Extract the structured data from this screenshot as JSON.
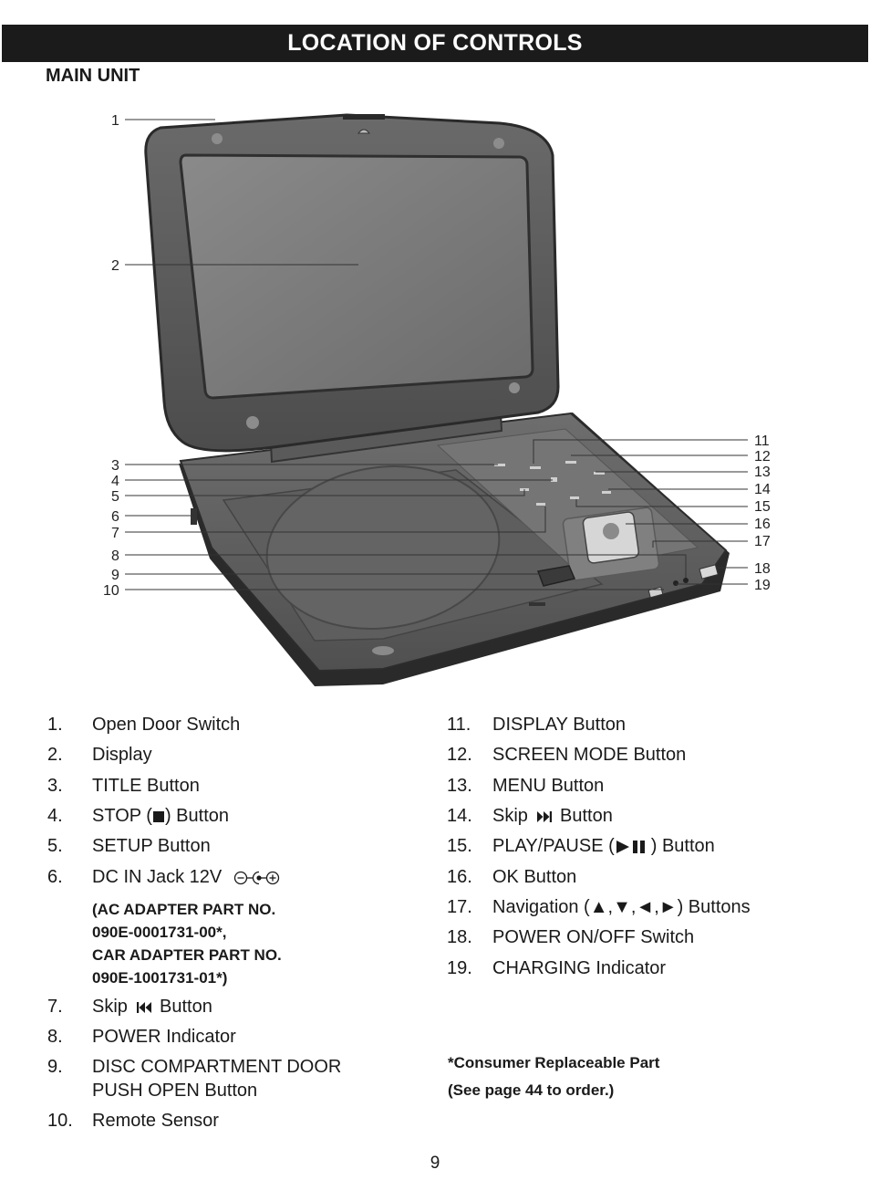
{
  "header": {
    "title": "LOCATION OF CONTROLS"
  },
  "section": {
    "heading": "MAIN UNIT"
  },
  "callouts": {
    "c1": "1",
    "c2": "2",
    "c3": "3",
    "c4": "4",
    "c5": "5",
    "c6": "6",
    "c7": "7",
    "c8": "8",
    "c9": "9",
    "c10": "10",
    "c11": "11",
    "c12": "12",
    "c13": "13",
    "c14": "14",
    "c15": "15",
    "c16": "16",
    "c17": "17",
    "c18": "18",
    "c19": "19"
  },
  "left_list": [
    {
      "num": "1.",
      "text": "Open Door Switch"
    },
    {
      "num": "2.",
      "text": "Display"
    },
    {
      "num": "3.",
      "text": "TITLE Button"
    },
    {
      "num": "4.",
      "text_before": "STOP (",
      "text_after": ") Button"
    },
    {
      "num": "5.",
      "text": "SETUP Button"
    },
    {
      "num": "6.",
      "text": "DC IN Jack 12V"
    },
    {
      "num": "7.",
      "text_before": "Skip",
      "text_after": "Button"
    },
    {
      "num": "8.",
      "text": "POWER Indicator"
    },
    {
      "num": "9.",
      "line1": "DISC COMPARTMENT DOOR",
      "line2": "PUSH OPEN Button"
    },
    {
      "num": "10.",
      "text": "Remote Sensor"
    }
  ],
  "adapter_note": {
    "line1": "(AC ADAPTER PART NO.",
    "line2": "090E-0001731-00*,",
    "line3": "CAR ADAPTER PART NO.",
    "line4": "090E-1001731-01*)"
  },
  "right_list": [
    {
      "num": "11.",
      "text": "DISPLAY Button"
    },
    {
      "num": "12.",
      "text": "SCREEN MODE Button"
    },
    {
      "num": "13.",
      "text": "MENU Button"
    },
    {
      "num": "14.",
      "text_before": "Skip",
      "text_after": "Button"
    },
    {
      "num": "15.",
      "text_before": "PLAY/PAUSE (",
      "text_after": ") Button"
    },
    {
      "num": "16.",
      "text": "OK Button"
    },
    {
      "num": "17.",
      "text_before": "Navigation (",
      "arrows": "▲,▼,◄,►",
      "text_after": ") Buttons"
    },
    {
      "num": "18.",
      "text": "POWER ON/OFF Switch"
    },
    {
      "num": "19.",
      "text": "CHARGING Indicator"
    }
  ],
  "consumer_note": {
    "line1": "*Consumer Replaceable Part",
    "line2": "(See page 44 to order.)"
  },
  "footer": {
    "page_number": "9"
  },
  "icons": [
    "stop-square-icon",
    "dc-polarity-icon",
    "skip-back-icon",
    "skip-forward-icon",
    "play-pause-icon"
  ]
}
